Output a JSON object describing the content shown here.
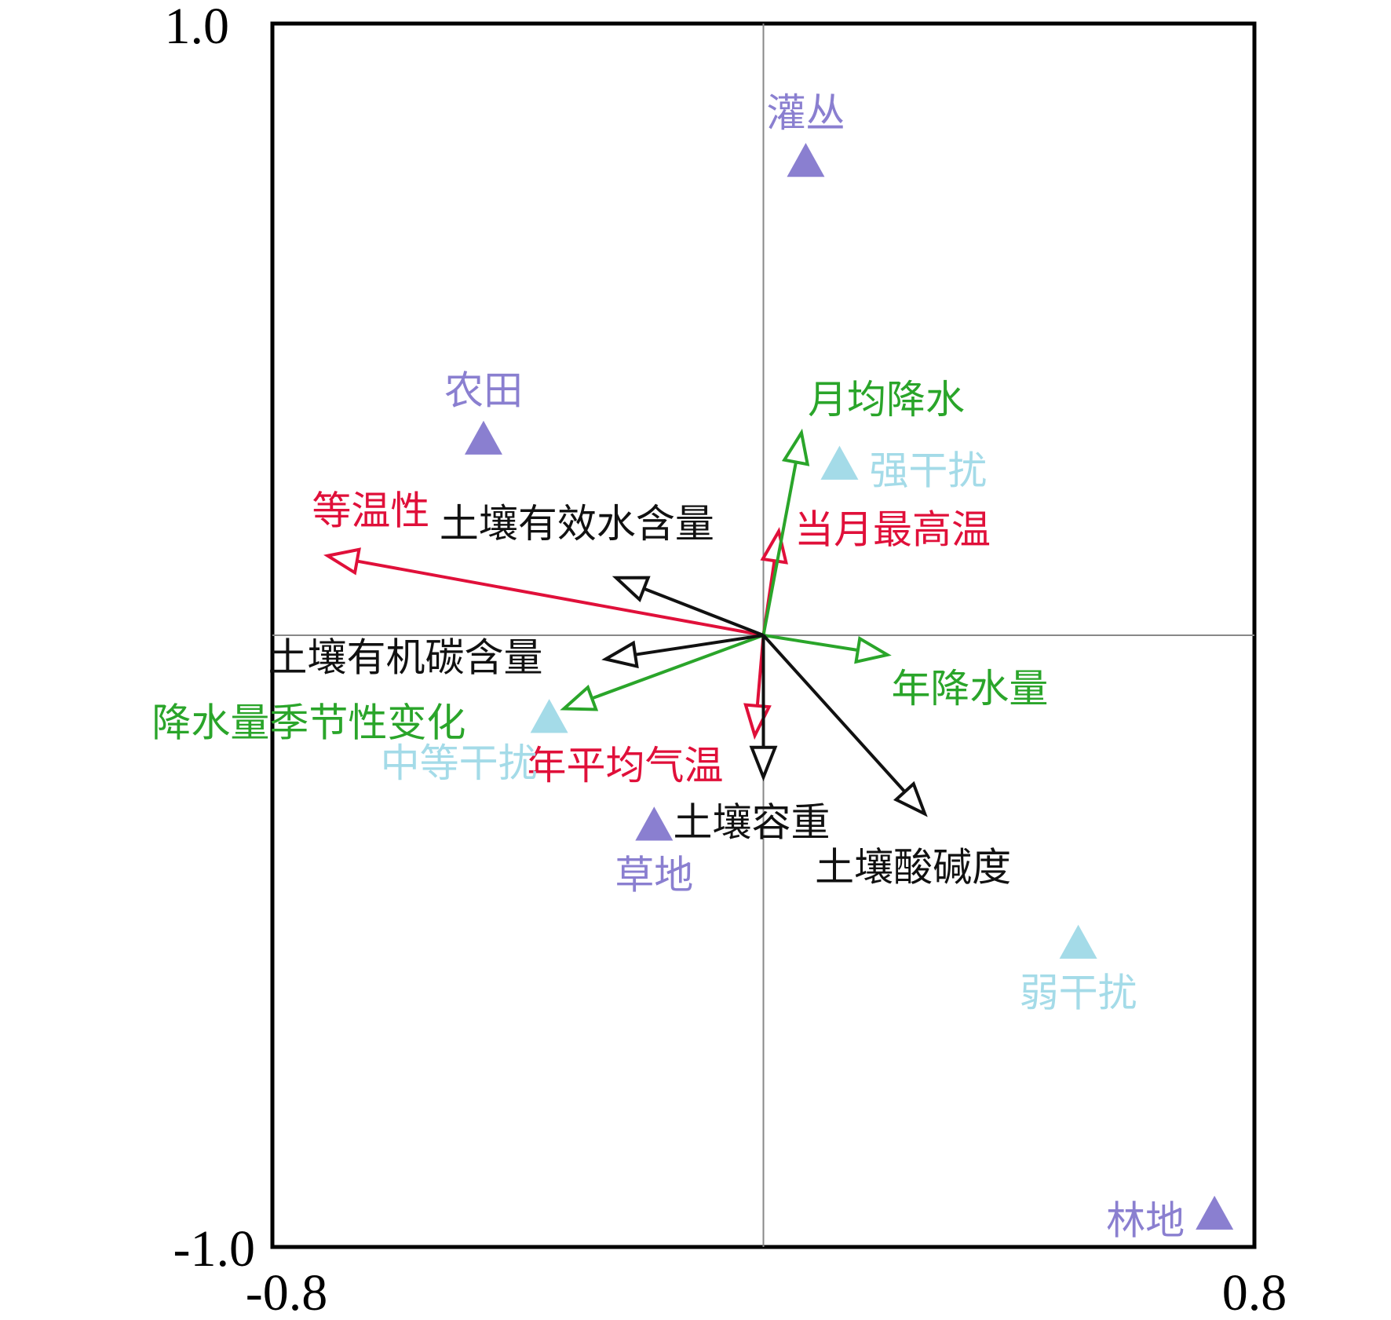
{
  "chart_data": {
    "type": "scatter",
    "subtype": "ordination-biplot (RDA/CCA) with environmental vectors",
    "title": "",
    "xlabel": "",
    "ylabel": "",
    "xlim": [
      -0.8,
      0.8
    ],
    "ylim": [
      -1.0,
      1.0
    ],
    "x_tick_labels": [
      "-0.8",
      "0.8"
    ],
    "y_tick_labels": [
      "1.0",
      "-1.0"
    ],
    "grid": false,
    "zero_lines": true,
    "legend": null,
    "colors": {
      "climate_temperature": "#e0103a",
      "climate_precipitation": "#2aa52a",
      "soil": "#111111",
      "land_use": "#8a7fd0",
      "disturbance": "#a4dbe8",
      "frame": "#000000",
      "axis_line": "#888888"
    },
    "vectors": [
      {
        "name": "等温性",
        "group": "climate_temperature",
        "x": -0.71,
        "y": 0.13,
        "label_dx": -20,
        "label_dy": -40
      },
      {
        "name": "当月最高温",
        "group": "climate_temperature",
        "x": 0.025,
        "y": 0.17,
        "label_dx": 20,
        "label_dy": 15
      },
      {
        "name": "年平均气温",
        "group": "climate_temperature",
        "x": -0.014,
        "y": -0.164,
        "label_dx": -290,
        "label_dy": 55
      },
      {
        "name": "月均降水",
        "group": "climate_precipitation",
        "x": 0.062,
        "y": 0.331,
        "label_dx": 8,
        "label_dy": -25
      },
      {
        "name": "年降水量",
        "group": "climate_precipitation",
        "x": 0.202,
        "y": -0.032,
        "label_dx": 5,
        "label_dy": 60
      },
      {
        "name": "降水量季节性变化",
        "group": "climate_precipitation",
        "x": -0.325,
        "y": -0.12,
        "label_dx": -525,
        "label_dy": 35
      },
      {
        "name": "土壤有效水含量",
        "group": "soil",
        "x": -0.24,
        "y": 0.094,
        "label_dx": -225,
        "label_dy": -52
      },
      {
        "name": "土壤有机碳含量",
        "group": "soil",
        "x": -0.257,
        "y": -0.039,
        "label_dx": -430,
        "label_dy": 15
      },
      {
        "name": "土壤容重",
        "group": "soil",
        "x": 0.0,
        "y": -0.232,
        "label_dx": -115,
        "label_dy": 75
      },
      {
        "name": "土壤酸碱度",
        "group": "soil",
        "x": 0.263,
        "y": -0.292,
        "label_dx": -140,
        "label_dy": 85
      }
    ],
    "points": [
      {
        "name": "灌丛",
        "group": "land_use",
        "x": 0.069,
        "y": 0.774,
        "label_pos": "above"
      },
      {
        "name": "农田",
        "group": "land_use",
        "x": -0.456,
        "y": 0.32,
        "label_pos": "above"
      },
      {
        "name": "草地",
        "group": "land_use",
        "x": -0.178,
        "y": -0.311,
        "label_pos": "below"
      },
      {
        "name": "林地",
        "group": "land_use",
        "x": 0.735,
        "y": -0.947,
        "label_pos": "left"
      },
      {
        "name": "强干扰",
        "group": "disturbance",
        "x": 0.124,
        "y": 0.279,
        "label_pos": "right"
      },
      {
        "name": "中等干扰",
        "group": "disturbance",
        "x": -0.349,
        "y": -0.135,
        "label_pos": "below-left"
      },
      {
        "name": "弱干扰",
        "group": "disturbance",
        "x": 0.513,
        "y": -0.504,
        "label_pos": "below"
      }
    ]
  },
  "axes": {
    "x_min_label": "-0.8",
    "x_max_label": "0.8",
    "y_max_label": "1.0",
    "y_min_label": "-1.0"
  }
}
